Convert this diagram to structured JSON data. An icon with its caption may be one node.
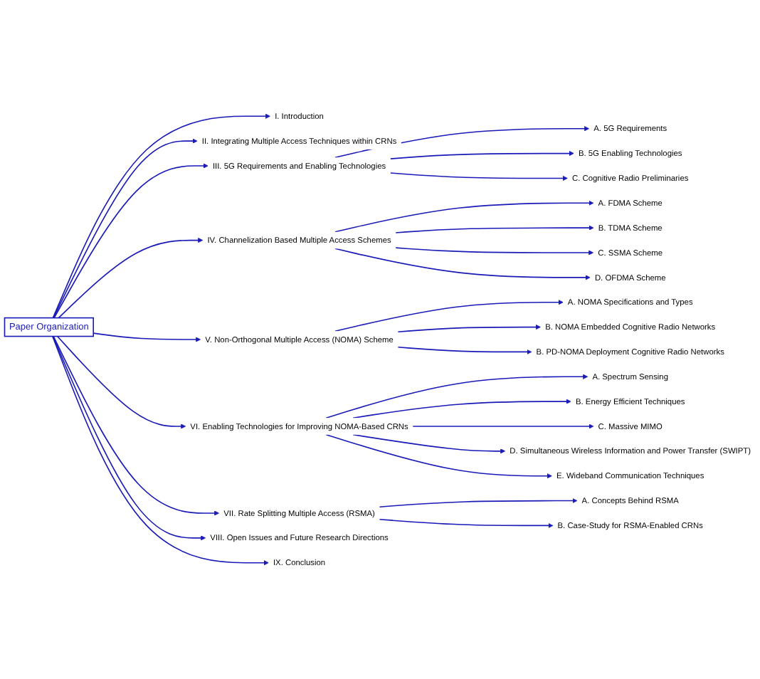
{
  "diagram": {
    "nodes": [
      {
        "text": [
          "Paper Organization"
        ]
      },
      {
        "text": [
          "I. Introduction"
        ]
      },
      {
        "text": [
          "II. Integrating Multiple Access Techniques within CRNs"
        ]
      },
      {
        "text": [
          "III. 5G Requirements and Enabling Technologies"
        ]
      },
      {
        "text": [
          "A. 5G Requirements"
        ]
      },
      {
        "text": [
          "B. 5G Enabling Technologies"
        ]
      },
      {
        "text": [
          "C. Cognitive Radio Preliminaries"
        ]
      },
      {
        "text": [
          "IV. Channelization Based Multiple Access Schemes"
        ]
      },
      {
        "text": [
          "A. FDMA Scheme"
        ]
      },
      {
        "text": [
          "B. TDMA Scheme"
        ]
      },
      {
        "text": [
          "C. SSMA Scheme"
        ]
      },
      {
        "text": [
          "D. OFDMA Scheme"
        ]
      },
      {
        "text": [
          "V. Non-Orthogonal Multiple Access (NOMA) Scheme"
        ]
      },
      {
        "text": [
          "A. NOMA Specifications and Types"
        ]
      },
      {
        "text": [
          "B. NOMA Embedded Cognitive Radio Networks"
        ]
      },
      {
        "text": [
          "B. PD-NOMA Deployment Cognitive Radio Networks"
        ]
      },
      {
        "text": [
          "VI. Enabling Technologies for Improving NOMA-Based CRNs"
        ]
      },
      {
        "text": [
          "A. Spectrum Sensing"
        ]
      },
      {
        "text": [
          "B. Energy Efficient Techniques"
        ]
      },
      {
        "text": [
          "C. Massive MIMO"
        ]
      },
      {
        "text": [
          "D. Simultaneous Wireless Information and Power Transfer (SWIPT)"
        ]
      },
      {
        "text": [
          "E. Wideband Communication Techniques"
        ]
      },
      {
        "text": [
          "VII. Rate Splitting Multiple Access (RSMA)"
        ]
      },
      {
        "text": [
          "A. Concepts Behind RSMA"
        ]
      },
      {
        "text": [
          "B.  Case-Study for RSMA-Enabled CRNs"
        ]
      },
      {
        "text": [
          "VIII. Open Issues and Future Research Directions"
        ]
      },
      {
        "text": [
          "IX. Conclusion"
        ]
      }
    ],
    "edges": [
      {
        "from": 0,
        "to": 1,
        "arrow": "to"
      },
      {
        "from": 0,
        "to": 2,
        "arrow": "to"
      },
      {
        "from": 0,
        "to": 3,
        "arrow": "to"
      },
      {
        "from": 3,
        "to": 4,
        "arrow": "to"
      },
      {
        "from": 3,
        "to": 5,
        "arrow": "to"
      },
      {
        "from": 3,
        "to": 6,
        "arrow": "to"
      },
      {
        "from": 0,
        "to": 7,
        "arrow": "to"
      },
      {
        "from": 7,
        "to": 8,
        "arrow": "to"
      },
      {
        "from": 7,
        "to": 9,
        "arrow": "to"
      },
      {
        "from": 7,
        "to": 10,
        "arrow": "to"
      },
      {
        "from": 7,
        "to": 11,
        "arrow": "to"
      },
      {
        "from": 0,
        "to": 12,
        "arrow": "to"
      },
      {
        "from": 12,
        "to": 13,
        "arrow": "to"
      },
      {
        "from": 12,
        "to": 14,
        "arrow": "to"
      },
      {
        "from": 12,
        "to": 15,
        "arrow": "to"
      },
      {
        "from": 0,
        "to": 16,
        "arrow": "to"
      },
      {
        "from": 16,
        "to": 17,
        "arrow": "to"
      },
      {
        "from": 16,
        "to": 18,
        "arrow": "to"
      },
      {
        "from": 16,
        "to": 19,
        "arrow": "to"
      },
      {
        "from": 16,
        "to": 20,
        "arrow": "to"
      },
      {
        "from": 16,
        "to": 21,
        "arrow": "to"
      },
      {
        "from": 0,
        "to": 22,
        "arrow": "to"
      },
      {
        "from": 22,
        "to": 23,
        "arrow": "to"
      },
      {
        "from": 22,
        "to": 24,
        "arrow": "to"
      },
      {
        "from": 0,
        "to": 25,
        "arrow": "to"
      },
      {
        "from": 0,
        "to": 26,
        "arrow": "to"
      }
    ]
  }
}
